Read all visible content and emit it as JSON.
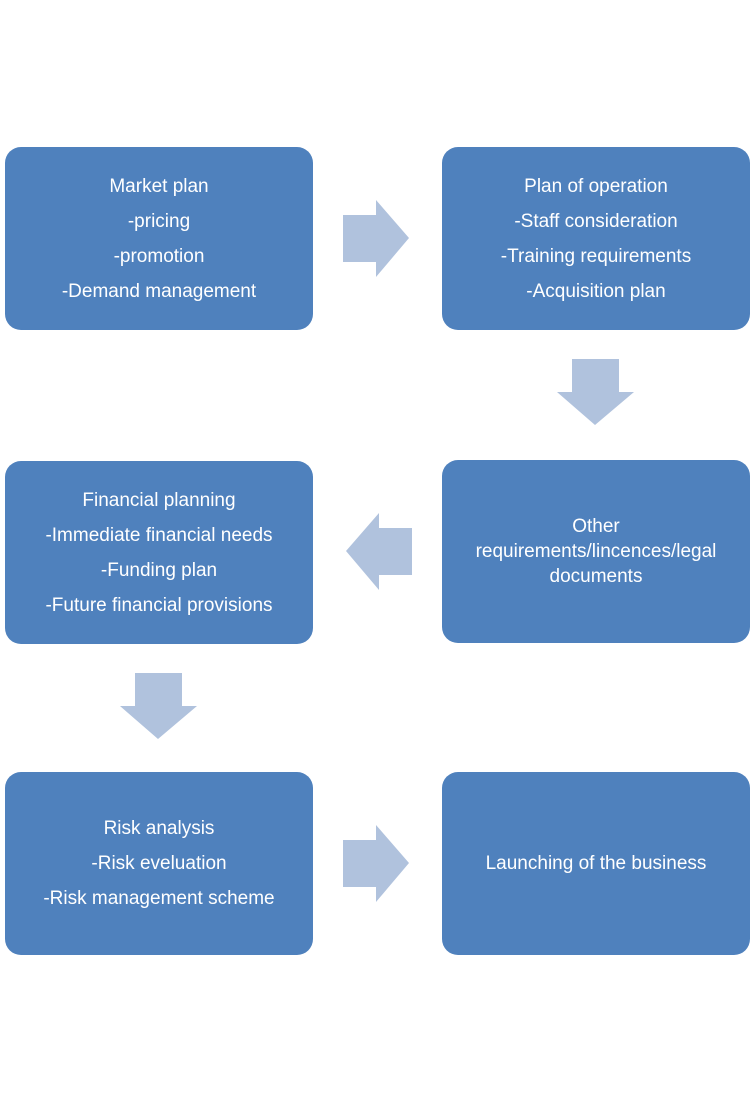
{
  "diagram": {
    "type": "process-flow",
    "colors": {
      "box_fill": "#4f81bd",
      "box_text": "#ffffff",
      "arrow_fill": "#b0c2dd",
      "background": "#ffffff"
    },
    "steps": [
      {
        "id": "market-plan",
        "lines": [
          "Market plan",
          "-pricing",
          "-promotion",
          "-Demand management"
        ]
      },
      {
        "id": "plan-of-operation",
        "lines": [
          "Plan of operation",
          "-Staff consideration",
          "-Training requirements",
          "-Acquisition plan"
        ]
      },
      {
        "id": "other-requirements",
        "lines": [
          "Other",
          "requirements/lincences/legal",
          "documents"
        ]
      },
      {
        "id": "financial-planning",
        "lines": [
          "Financial planning",
          "-Immediate financial needs",
          "-Funding plan",
          "-Future financial provisions"
        ]
      },
      {
        "id": "risk-analysis",
        "lines": [
          "Risk analysis",
          "-Risk eveluation",
          "-Risk management  scheme"
        ]
      },
      {
        "id": "launching",
        "lines": [
          "Launching of the business"
        ]
      }
    ],
    "flow": [
      {
        "from": "market-plan",
        "to": "plan-of-operation",
        "direction": "right"
      },
      {
        "from": "plan-of-operation",
        "to": "other-requirements",
        "direction": "down"
      },
      {
        "from": "other-requirements",
        "to": "financial-planning",
        "direction": "left"
      },
      {
        "from": "financial-planning",
        "to": "risk-analysis",
        "direction": "down"
      },
      {
        "from": "risk-analysis",
        "to": "launching",
        "direction": "right"
      }
    ]
  }
}
